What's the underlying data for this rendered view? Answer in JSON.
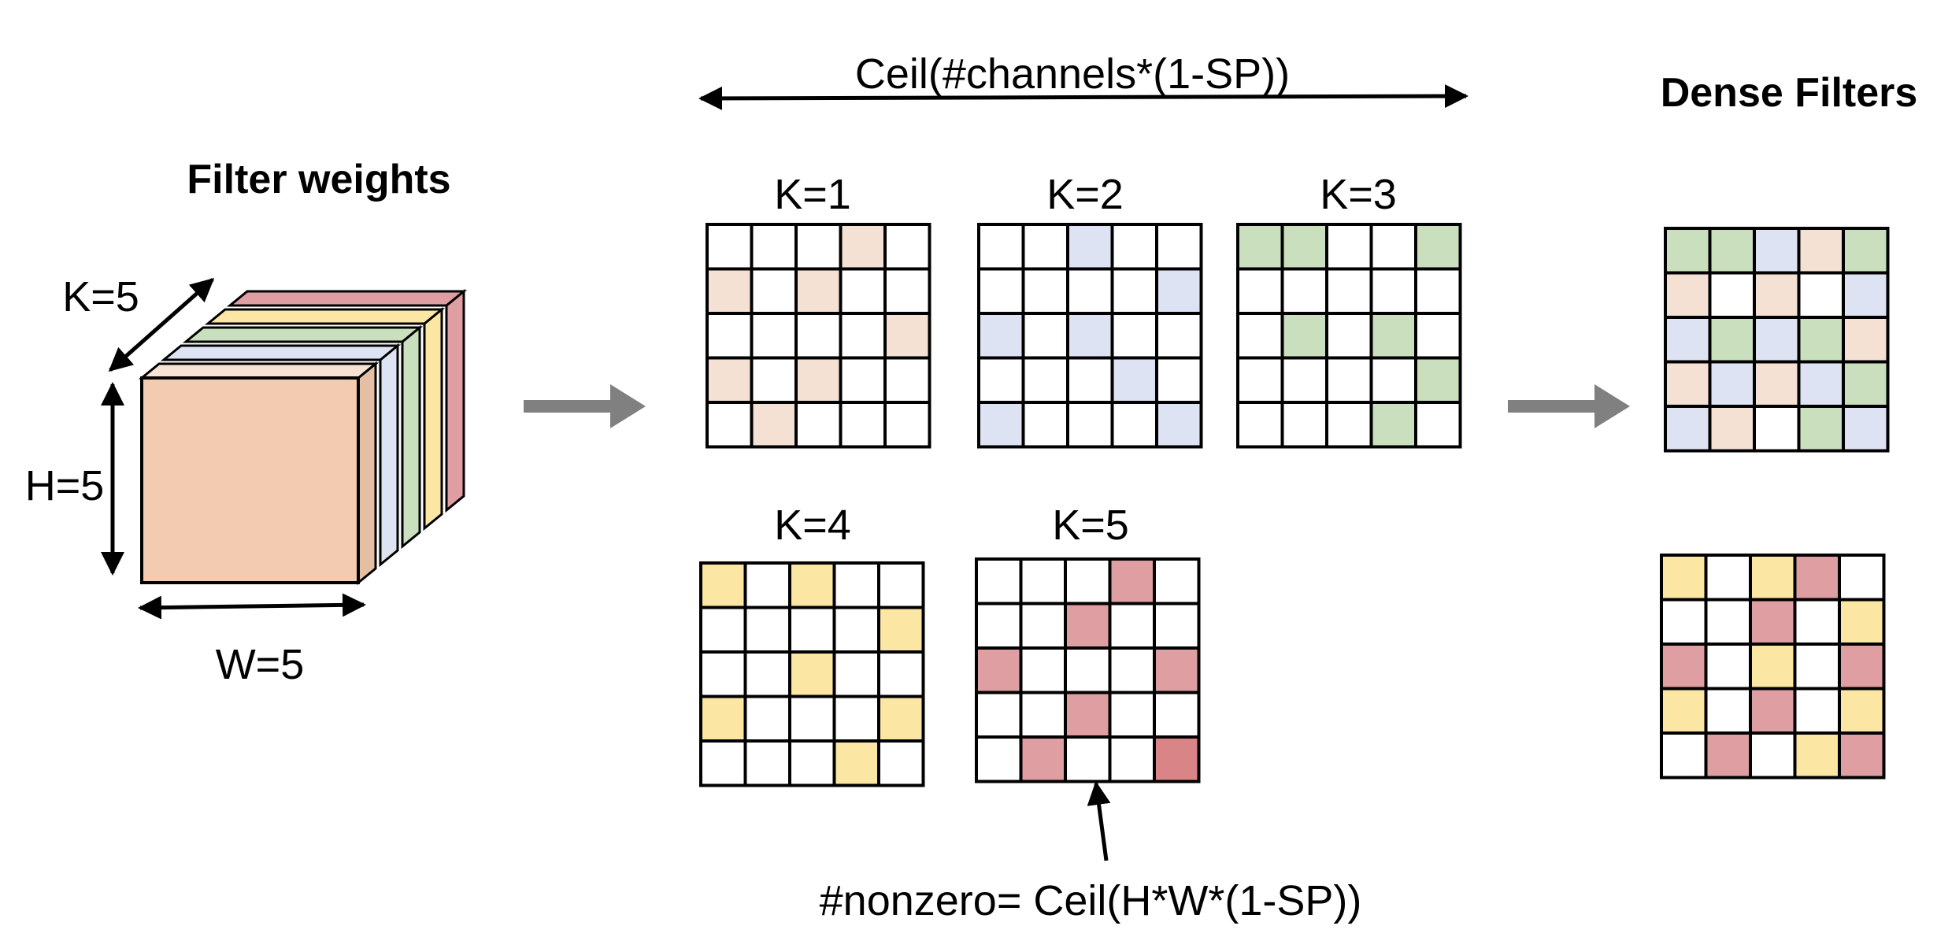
{
  "colors": {
    "o": "#f5e1d3",
    "b": "#dde3f2",
    "g": "#c9dfbd",
    "y": "#fbe6a3",
    "p": "#df9ea1",
    "r": "#d98587",
    "cube_front": "#f2cbb0",
    "cube_top": "#f7e2d4",
    "arrow_gray": "#808080"
  },
  "labels": {
    "filter_weights": "Filter weights",
    "dense_filters": "Dense Filters",
    "channels_formula": "Ceil(#channels*(1-SP))",
    "nonzero_formula": "#nonzero= Ceil(H*W*(1-SP))",
    "k_dim": "K=5",
    "h_dim": "H=5",
    "w_dim": "W=5"
  },
  "cube_layers": [
    {
      "color": "#df9ea1"
    },
    {
      "color": "#fbe6a3"
    },
    {
      "color": "#c9dfbd"
    },
    {
      "color": "#dde3f2"
    },
    {
      "color": "#f2cbb0"
    }
  ],
  "sparse_grids": [
    {
      "label": "K=1",
      "cells": [
        "...o.",
        "o.o..",
        "....o",
        "o.o..",
        ".o..."
      ]
    },
    {
      "label": "K=2",
      "cells": [
        "..b..",
        "....b",
        "b.b..",
        "...b.",
        "b...b"
      ]
    },
    {
      "label": "K=3",
      "cells": [
        "gg..g",
        ".....",
        ".g.g.",
        "....g",
        "...g."
      ]
    },
    {
      "label": "K=4",
      "cells": [
        "y.y..",
        "....y",
        "..y..",
        "y...y",
        "...y."
      ]
    },
    {
      "label": "K=5",
      "cells": [
        "...p.",
        "..p..",
        "p...p",
        "..p..",
        ".p..r"
      ]
    }
  ],
  "dense_grids": [
    {
      "cells": [
        "ggbog",
        "o.o.b",
        "bgbgo",
        "obobg",
        "bo.gb"
      ]
    },
    {
      "cells": [
        "y.yp.",
        "..p.y",
        "p.y.p",
        "y.p.y",
        ".p.yp"
      ]
    }
  ]
}
